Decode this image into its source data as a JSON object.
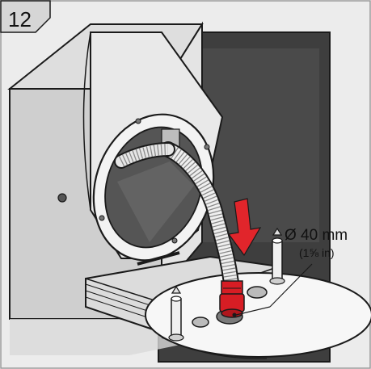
{
  "step_number": "12",
  "dimension": {
    "metric": "Ø 40 mm",
    "imperial": "(1⅝ in)"
  },
  "colors": {
    "panel": "#ececec",
    "step_tab": "#d6d6d6",
    "cabinet_front": "#cfcfcf",
    "cabinet_side": "#e4e4e4",
    "wall_recess": "#3e3e3e",
    "outline": "#1a1a1a",
    "hose": "#efefef",
    "arrow": "#e1252b",
    "fitting": "#d71d24",
    "floor_plate": "#f7f7f7",
    "board": "#dcdcdc"
  },
  "icons": {
    "arrow": "down-arrow-icon",
    "dimension_leader": "leader-line-icon"
  }
}
